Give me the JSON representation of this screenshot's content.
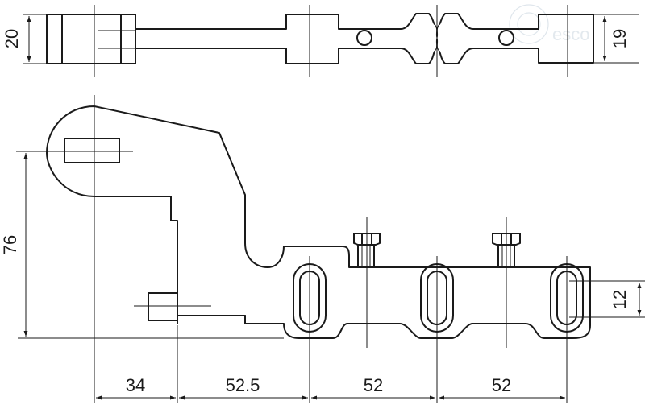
{
  "dimensions": {
    "top_height": "20",
    "top_right_height": "19",
    "overall_height": "76",
    "slot_height": "12",
    "spans": [
      "34",
      "52.5",
      "52",
      "52"
    ]
  },
  "watermark": {
    "text": "esco"
  }
}
